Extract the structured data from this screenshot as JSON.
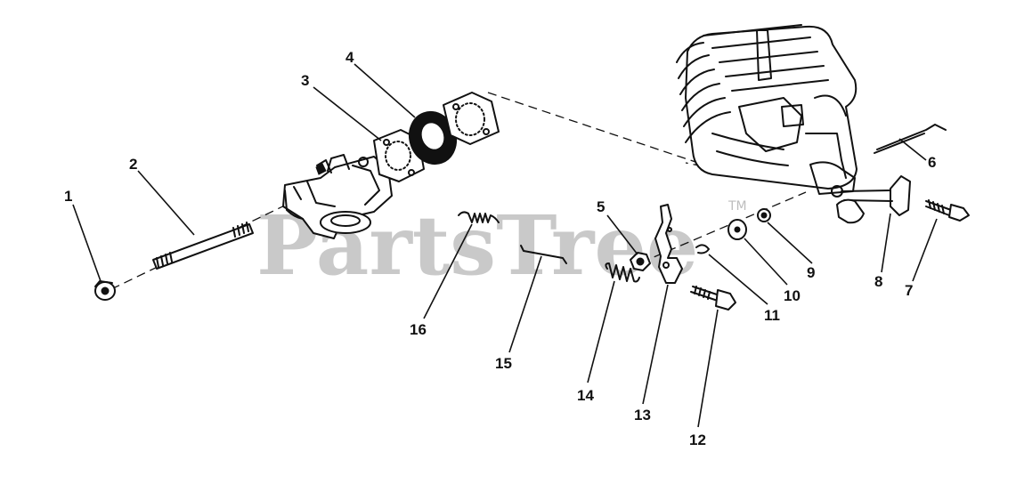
{
  "watermark": {
    "text": "PartsTree",
    "trademark": "TM"
  },
  "callouts": [
    {
      "id": "part-1",
      "label": "1"
    },
    {
      "id": "part-2",
      "label": "2"
    },
    {
      "id": "part-3",
      "label": "3"
    },
    {
      "id": "part-4",
      "label": "4"
    },
    {
      "id": "part-5",
      "label": "5"
    },
    {
      "id": "part-6",
      "label": "6"
    },
    {
      "id": "part-7",
      "label": "7"
    },
    {
      "id": "part-8",
      "label": "8"
    },
    {
      "id": "part-9",
      "label": "9"
    },
    {
      "id": "part-10",
      "label": "10"
    },
    {
      "id": "part-11",
      "label": "11"
    },
    {
      "id": "part-12",
      "label": "12"
    },
    {
      "id": "part-13",
      "label": "13"
    },
    {
      "id": "part-14",
      "label": "14"
    },
    {
      "id": "part-15",
      "label": "15"
    },
    {
      "id": "part-16",
      "label": "16"
    }
  ]
}
